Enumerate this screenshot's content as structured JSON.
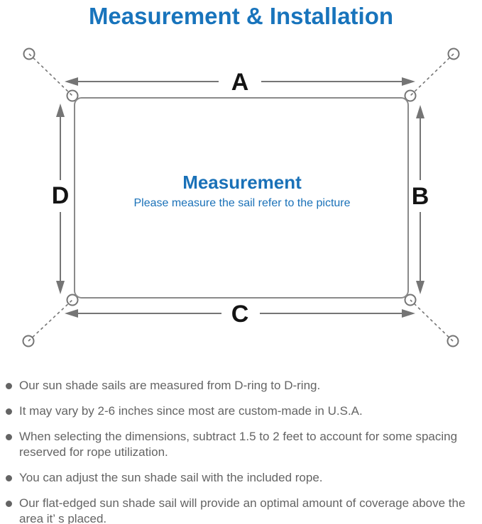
{
  "title": "Measurement & Installation",
  "diagram": {
    "center_heading": "Measurement",
    "center_caption": "Please measure the sail refer to the picture",
    "dimension_labels": {
      "top": "A",
      "right": "B",
      "bottom": "C",
      "left": "D"
    }
  },
  "notes": [
    "Our sun shade sails are measured from D-ring to D-ring.",
    "It may vary by 2-6 inches since most are custom-made in U.S.A.",
    "When selecting the dimensions, subtract 1.5 to 2 feet to account for some spacing reserved for rope utilization.",
    "You can adjust the sun shade sail with the included rope.",
    "Our flat-edged sun shade sail will provide an optimal amount of coverage above the area it’ s placed."
  ],
  "colors": {
    "title_blue": "#1874bc",
    "center_blue": "#1a71b8",
    "line_gray": "#757575",
    "rect_gray": "#8a8a8a",
    "label_black": "#141414",
    "note_gray": "#646464"
  }
}
